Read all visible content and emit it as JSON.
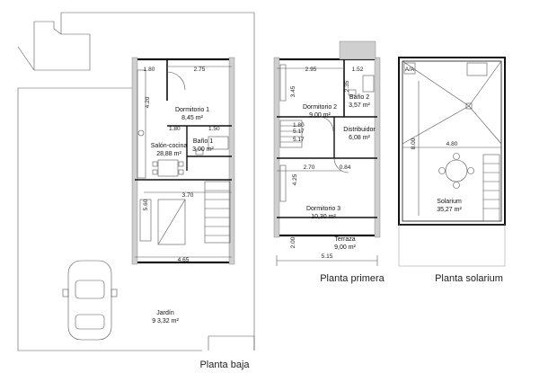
{
  "captions": {
    "ground": "Planta baja",
    "first": "Planta primera",
    "solarium": "Planta solarium"
  },
  "ground_floor": {
    "rooms": {
      "dormitorio1_name": "Dormitorio 1",
      "dormitorio1_area": "8,45 m²",
      "salon_name": "Salón-cocina",
      "salon_area": "28,88 m²",
      "bano1_name": "Baño 1",
      "bano1_area": "3,00 m²",
      "jardin_name": "Jardín",
      "jardin_area": "9 3,32 m²"
    },
    "dims": {
      "d1": "1.80",
      "d2": "2.75",
      "d3": "4.20",
      "d4": "1.80",
      "d5": "1.50",
      "d6": "3.70",
      "d7": "5.60",
      "d8": "4.65"
    }
  },
  "first_floor": {
    "rooms": {
      "dormitorio2_name": "Dormitorio 2",
      "dormitorio2_area": "9,00 m²",
      "bano2_name": "Baño 2",
      "bano2_area": "3,57 m²",
      "distribuidor_name": "Distribuidor",
      "distribuidor_area": "6,08 m²",
      "dormitorio3_name": "Dormitorio 3",
      "dormitorio3_area": "10,30 m²",
      "terraza_name": "Terraza",
      "terraza_area": "9,00 m²"
    },
    "dims": {
      "d1": "2.95",
      "d2": "1.52",
      "d3": "3.45",
      "d4": "2.35",
      "d5": "1.80",
      "d6": "5.17",
      "d7": "5.17",
      "d8": "2.70",
      "d9": "0.84",
      "d10": "4.25",
      "d11": "2.00",
      "d12": "5.15"
    }
  },
  "solarium": {
    "rooms": {
      "solarium_name": "Solarium",
      "solarium_area": "35,27 m²"
    },
    "dims": {
      "d1": "4.80",
      "d2": "8.00"
    },
    "tag": "A/A"
  }
}
